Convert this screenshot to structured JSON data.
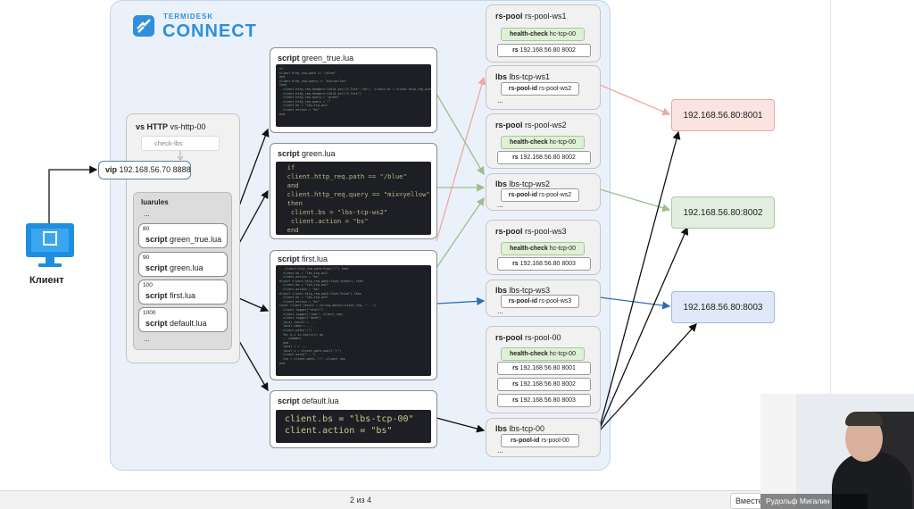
{
  "logo": {
    "top": "TERMIDESK",
    "main": "CONNECT"
  },
  "client": {
    "label": "Клиент"
  },
  "vs": {
    "title_b": "vs HTTP",
    "title": "vs-http-00",
    "check": "check-lbs",
    "vip_b": "vip",
    "vip": "192.168.56.70 8888"
  },
  "luarules": {
    "title": "luarules",
    "dots_top": "...",
    "dots_bottom": "...",
    "rules": [
      {
        "prio": "80",
        "kw": "script",
        "name": "green_true.lua"
      },
      {
        "prio": "90",
        "kw": "script",
        "name": "green.lua"
      },
      {
        "prio": "100",
        "kw": "script",
        "name": "first.lua"
      },
      {
        "prio": "1000",
        "kw": "script",
        "name": "default.lua"
      }
    ]
  },
  "scripts": {
    "green_true": {
      "kw": "script",
      "name": "green_true.lua",
      "code": [
        "if",
        "client.http_req.path == \"/blue\"",
        "and",
        "client.http_req.query == \"mix=yellow\"",
        "then",
        "  client.http_req.headers:field_set(\"X-Test\",\"ok\")  client.bs = client.http_req.path",
        "  client.http_req.headers:field_del(\"X-Test\")",
        "  client.http_req.query = \"green\"",
        "  client.http_req.query = \"\"",
        "",
        "  client.bs = \"lbs-tcp-ws1\"",
        "  client.action = \"bs\"",
        "end"
      ]
    },
    "green": {
      "kw": "script",
      "name": "green.lua",
      "code": [
        "  if",
        "  client.http_req.path == \"/blue\"",
        "  and",
        "  client.http_req.query == \"mix=yellow\"",
        "  then",
        "   client.bs = \"lbs-tcp-ws2\"",
        "   client.action = \"bs\"",
        "  end"
      ]
    },
    "first": {
      "kw": "script",
      "name": "first.lua",
      "code": [
        "-- client.http_req.path:find(\"/\") then",
        "  client.bs = \"lbs-tcp-ws1\"",
        "  client.action = \"bs\"",
        "",
        "elseif client.http_req.path:find(\"green\") then",
        "  client.bs = \"lbs-tcp-ws2\"",
        "  client.action = \"bs\"",
        "",
        "elseif client.http_req.path:find(\"blue\") then",
        "  client.bs = \"lbs-tcp-ws3\"",
        "  client.action = \"bs\"",
        "",
        "local client_result = string.match(client_req, \"...\")",
        "  client.logger(\"start\")",
        "  client.logger(\"req=\"..client_req)",
        "  client.logger(\"done\")",
        "  local result = ...",
        "  local name = ...",
        "  client.path(\"/\")",
        "  for k,v in pairs(t) do",
        "  -- comment",
        "  end",
        "  local r = ...",
        "  local x = client.path:sub(1,\"/\")",
        "  client.send(\"...\")",
        "  res = client.path..\"/\"..client_req",
        "end"
      ]
    },
    "default": {
      "kw": "script",
      "name": "default.lua",
      "code": [
        "client.bs = \"lbs-tcp-00\"",
        "client.action = \"bs\""
      ]
    }
  },
  "pools": [
    {
      "kw": "rs-pool",
      "name": "rs-pool-ws1",
      "hc_kw": "health-check",
      "hc": "hc-tcp-00",
      "rs": [
        {
          "kw": "rs",
          "val": "192.168.56.80 8002"
        }
      ]
    },
    {
      "kw": "rs-pool",
      "name": "rs-pool-ws2",
      "hc_kw": "health-check",
      "hc": "hc-tcp-00",
      "rs": [
        {
          "kw": "rs",
          "val": "192.168.56.80 8002"
        }
      ]
    },
    {
      "kw": "rs-pool",
      "name": "rs-pool-ws3",
      "hc_kw": "health-check",
      "hc": "hc-tcp-00",
      "rs": [
        {
          "kw": "rs",
          "val": "192.168.56.80 8003"
        }
      ]
    },
    {
      "kw": "rs-pool",
      "name": "rs-pool-00",
      "hc_kw": "health-check",
      "hc": "hc-tcp-00",
      "rs": [
        {
          "kw": "rs",
          "val": "192.168.56.80 8001"
        },
        {
          "kw": "rs",
          "val": "192.168.56.80 8002"
        },
        {
          "kw": "rs",
          "val": "192.168.56.80 8003"
        }
      ]
    }
  ],
  "lbs": [
    {
      "kw": "lbs",
      "name": "lbs-tcp-ws1",
      "pid_kw": "rs-pool-id",
      "pid": "rs-pool-ws2"
    },
    {
      "kw": "lbs",
      "name": "lbs-tcp-ws2",
      "pid_kw": "rs-pool-id",
      "pid": "rs-pool-ws2"
    },
    {
      "kw": "lbs",
      "name": "lbs-tcp-ws3",
      "pid_kw": "rs-pool-id",
      "pid": "rs-pool-ws3"
    },
    {
      "kw": "lbs",
      "name": "lbs-tcp-00",
      "pid_kw": "rs-pool-id",
      "pid": "rs-pool-00"
    }
  ],
  "dots": "...",
  "servers": [
    "192.168.56.80:8001",
    "192.168.56.80:8002",
    "192.168.56.80:8003"
  ],
  "colors": {
    "server1": "#fbe3e0",
    "server2": "#e2efe0",
    "server3": "#dfe9f7",
    "arrow_red": "#f0a8a0",
    "arrow_green": "#9cbf8c",
    "arrow_blue": "#2f6db1"
  },
  "bottom": {
    "page": "2 из 4",
    "button": "Вместе"
  },
  "video": {
    "name": "Рудольф Мигалин"
  }
}
